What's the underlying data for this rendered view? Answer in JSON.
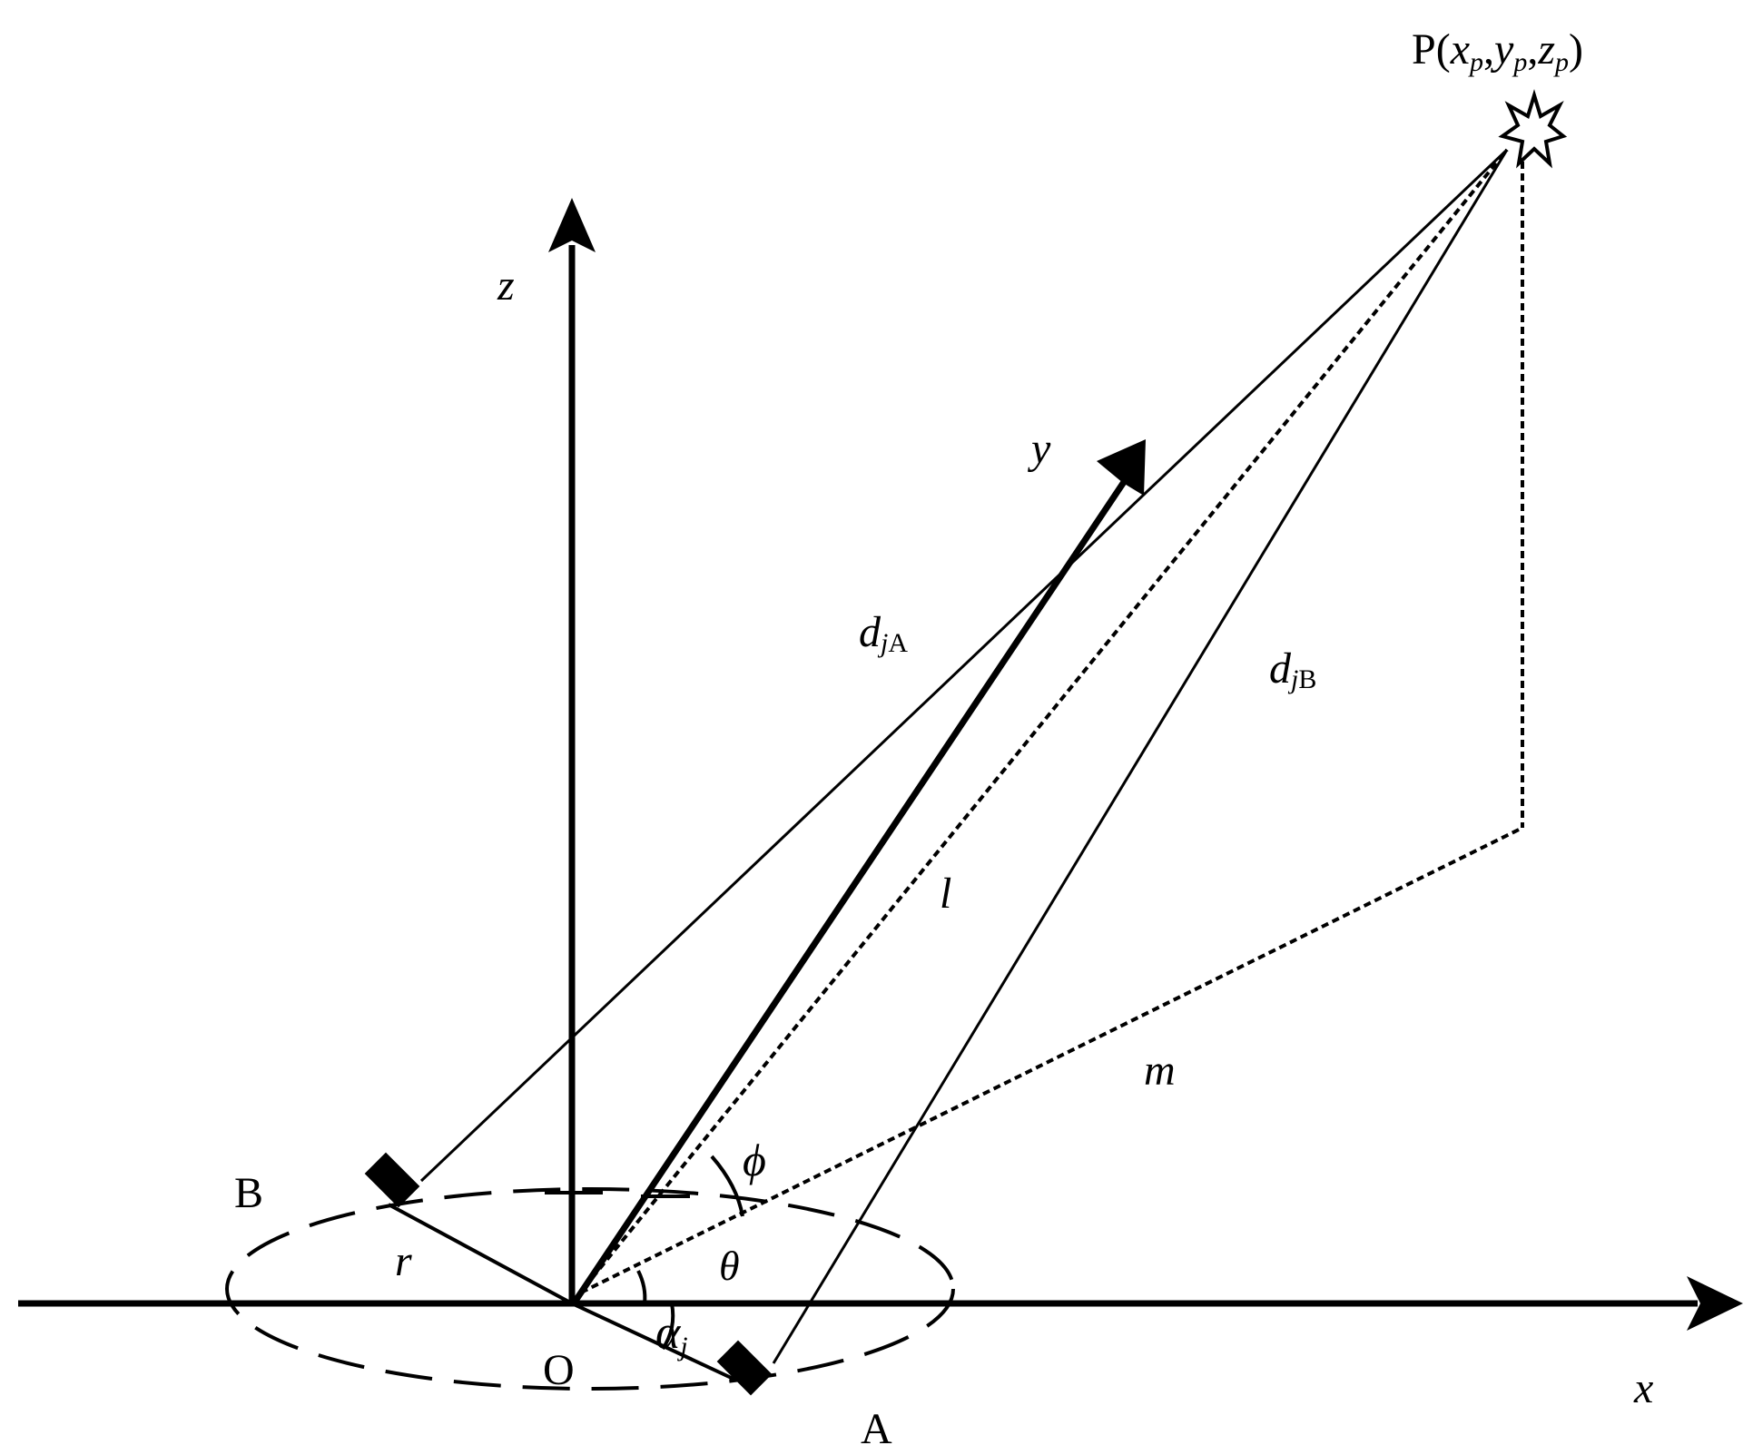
{
  "labels": {
    "point_p_letter": "P",
    "point_p_open": "(",
    "point_p_x": "x",
    "point_p_x_sub": "p",
    "point_p_comma1": ",",
    "point_p_y": "y",
    "point_p_y_sub": "p",
    "point_p_comma2": ",",
    "point_p_z": "z",
    "point_p_z_sub": "p",
    "point_p_close": ")",
    "axis_z": "z",
    "axis_y": "y",
    "axis_x": "x",
    "origin": "O",
    "point_a": "A",
    "point_b": "B",
    "radius": "r",
    "length_l": "l",
    "length_m": "m",
    "dist_a_main": "d",
    "dist_a_j": "j",
    "dist_a_sub": "A",
    "dist_b_main": "d",
    "dist_b_j": "j",
    "dist_b_sub": "B",
    "angle_phi": "ϕ",
    "angle_theta": "θ",
    "angle_alpha_main": "α",
    "angle_alpha_sub": "j"
  }
}
